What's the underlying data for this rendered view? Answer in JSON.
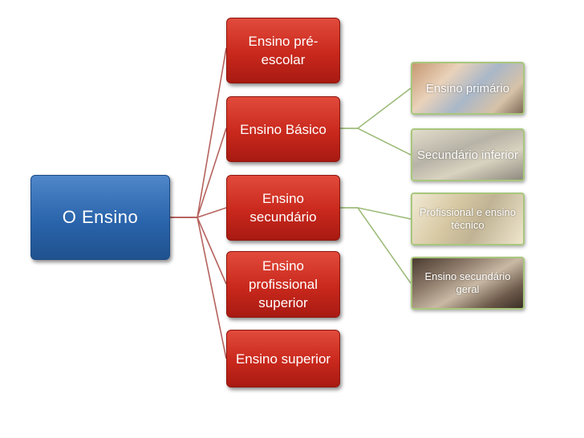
{
  "diagram": {
    "root": {
      "label": "O Ensino"
    },
    "levels": [
      {
        "label": "Ensino pré-escolar"
      },
      {
        "label": "Ensino Básico"
      },
      {
        "label": "Ensino secundário"
      },
      {
        "label": "Ensino profissional superior"
      },
      {
        "label": "Ensino superior"
      }
    ],
    "basico_children": [
      {
        "label": "Ensino primário"
      },
      {
        "label": "Secundário inferior"
      }
    ],
    "secundario_children": [
      {
        "label": "Profissional e ensino técnico"
      },
      {
        "label": "Ensino secundário geral"
      }
    ],
    "colors": {
      "root": "#2a64ab",
      "level_boxes": "#c9281c",
      "root_connectors": "#b5625d",
      "child_connectors": "#9dbb7a",
      "photo_border": "#a8c77c"
    }
  }
}
